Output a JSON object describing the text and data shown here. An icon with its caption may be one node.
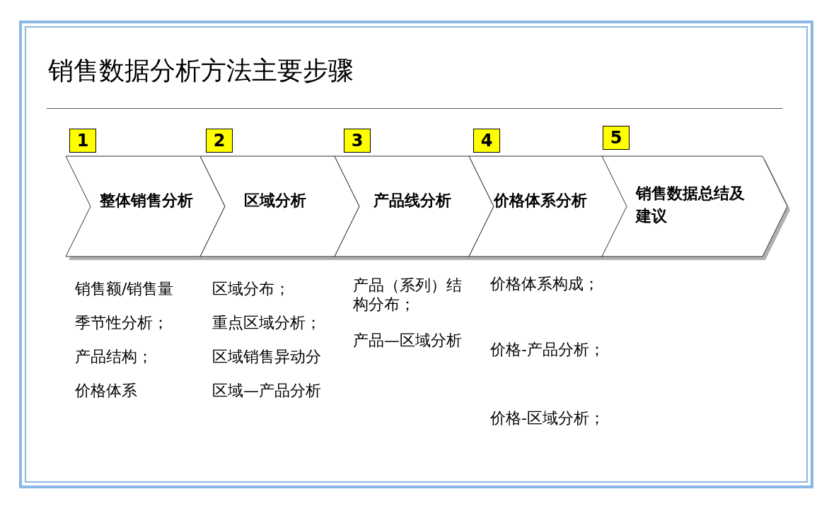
{
  "diagram": {
    "title": "销售数据分析方法主要步骤",
    "nodes": [
      {
        "text": [
          "1"
        ]
      },
      {
        "text": [
          "整体销售分析"
        ]
      },
      {
        "text": [
          "2"
        ]
      },
      {
        "text": [
          "区域分析"
        ]
      },
      {
        "text": [
          "3"
        ]
      },
      {
        "text": [
          "产品线分析"
        ]
      },
      {
        "text": [
          "4"
        ]
      },
      {
        "text": [
          "价格体系分析"
        ]
      },
      {
        "text": [
          "5"
        ]
      },
      {
        "text": [
          "销售数据总结及建议"
        ]
      }
    ],
    "edges": [],
    "labels": [
      "销售额/销售量",
      "季节性分析；",
      "产品结构；",
      "价格体系",
      "区域分布；",
      "重点区域分析；",
      "区域销售异动分",
      "区域—产品分析",
      "产品（系列）结构分布；",
      "产品—区域分析",
      "价格体系构成；",
      "价格-产品分析；",
      "价格-区域分析；"
    ]
  }
}
